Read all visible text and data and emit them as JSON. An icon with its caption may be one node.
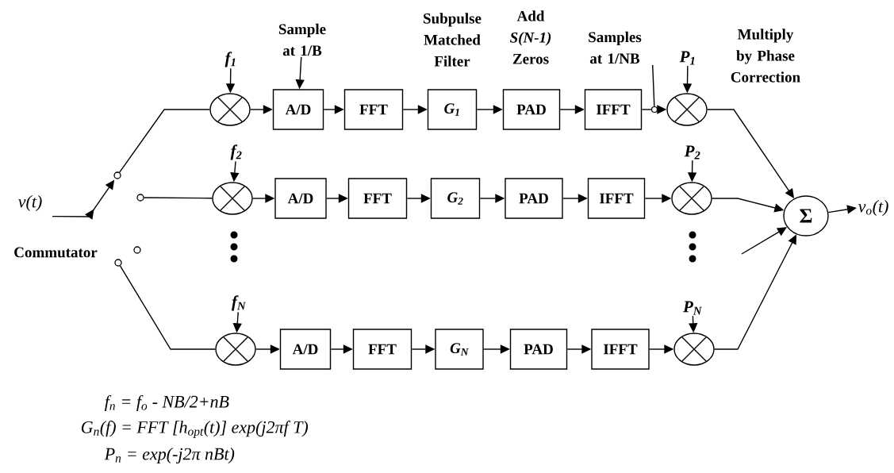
{
  "diagram": {
    "nodes": [
      {
        "text": [
          "Sample at 1/B"
        ]
      },
      {
        "text": [
          "f$_{1}$"
        ]
      },
      {
        "text": [
          "P$_{1}$"
        ]
      },
      {
        "text": [
          "Samples at 1/NB"
        ]
      },
      {
        "text": [
          "v(t)"
        ]
      },
      {
        "text": [],
        "shape": "circle"
      },
      {
        "text": [],
        "shape": "circle"
      },
      {
        "text": [],
        "shape": "circle"
      },
      {
        "text": [],
        "shape": "circle"
      },
      {
        "text": [],
        "shape": "circle"
      },
      {
        "text": [
          "A/D"
        ]
      },
      {
        "text": [
          "FFT"
        ]
      },
      {
        "text": [
          "G$_{1}$"
        ]
      },
      {
        "text": [
          "PAD"
        ]
      },
      {
        "text": [
          "IFFT"
        ]
      },
      {
        "text": [],
        "shape": "circle"
      },
      {
        "text": [],
        "shape": "circle"
      },
      {
        "text": [
          "f$_{2}$"
        ]
      },
      {
        "text": [
          "P$_{2}$"
        ]
      },
      {
        "text": [],
        "shape": "circle"
      },
      {
        "text": [
          "A/D"
        ]
      },
      {
        "text": [
          "FFT"
        ]
      },
      {
        "text": [
          "G$_{2}$"
        ]
      },
      {
        "text": [
          "PAD"
        ]
      },
      {
        "text": [
          "IFFT"
        ]
      },
      {
        "text": [],
        "shape": "circle"
      },
      {
        "text": [
          "Σ"
        ]
      },
      {
        "text": [
          "v$_{o}$(t)"
        ]
      },
      {
        "text": [
          "f$_{N}$"
        ]
      },
      {
        "text": [
          "P$_{N}$"
        ]
      },
      {
        "text": [],
        "shape": "circle"
      },
      {
        "text": [
          "A/D"
        ]
      },
      {
        "text": [
          "FFT"
        ]
      },
      {
        "text": [
          "G$_{N}$"
        ]
      },
      {
        "text": [
          "PAD"
        ]
      },
      {
        "text": [
          "IFFT"
        ]
      },
      {
        "text": [],
        "shape": "circle"
      }
    ],
    "edges": [
      {
        "from": 1,
        "to": 9,
        "arrow": "to"
      },
      {
        "from": 0,
        "to": 10,
        "arrow": "to"
      },
      {
        "from": 2,
        "to": 16,
        "arrow": "to"
      },
      {
        "from": 3,
        "to": 15,
        "arrow": "none"
      },
      {
        "from": 4,
        "to": 5,
        "arrow": "to"
      },
      {
        "from": 5,
        "to": 9,
        "arrow": "none"
      },
      {
        "from": 6,
        "to": 19,
        "arrow": "none"
      },
      {
        "from": 8,
        "to": 30,
        "arrow": "none"
      },
      {
        "from": 9,
        "to": 10,
        "arrow": "to"
      },
      {
        "from": 10,
        "to": 11,
        "arrow": "to"
      },
      {
        "from": 11,
        "to": 12,
        "arrow": "to"
      },
      {
        "from": 12,
        "to": 13,
        "arrow": "to"
      },
      {
        "from": 13,
        "to": 14,
        "arrow": "to"
      },
      {
        "from": 14,
        "to": 15,
        "arrow": "none"
      },
      {
        "from": 15,
        "to": 16,
        "arrow": "to"
      },
      {
        "from": 17,
        "to": 19,
        "arrow": "to"
      },
      {
        "from": 18,
        "to": 25,
        "arrow": "to"
      },
      {
        "from": 19,
        "to": 20,
        "arrow": "to"
      },
      {
        "from": 20,
        "to": 21,
        "arrow": "to"
      },
      {
        "from": 21,
        "to": 22,
        "arrow": "to"
      },
      {
        "from": 22,
        "to": 23,
        "arrow": "to"
      },
      {
        "from": 23,
        "to": 24,
        "arrow": "to"
      },
      {
        "from": 24,
        "to": 25,
        "arrow": "to"
      },
      {
        "from": 28,
        "to": 30,
        "arrow": "to"
      },
      {
        "from": 29,
        "to": 36,
        "arrow": "to"
      },
      {
        "from": 30,
        "to": 31,
        "arrow": "to"
      },
      {
        "from": 31,
        "to": 32,
        "arrow": "to"
      },
      {
        "from": 32,
        "to": 33,
        "arrow": "to"
      },
      {
        "from": 33,
        "to": 34,
        "arrow": "to"
      },
      {
        "from": 34,
        "to": 35,
        "arrow": "to"
      },
      {
        "from": 35,
        "to": 36,
        "arrow": "to"
      },
      {
        "from": 16,
        "to": 26,
        "arrow": "to"
      },
      {
        "from": 25,
        "to": 26,
        "arrow": "to"
      },
      {
        "from": null,
        "to": 26,
        "arrow": "to"
      },
      {
        "from": 36,
        "to": 26,
        "arrow": "to"
      },
      {
        "from": 26,
        "to": 27,
        "arrow": "to"
      }
    ],
    "labels": [
      "Subpulse Matched Filter",
      "Add *S(N-1)* Zeros",
      "Multiply by Phase Correction",
      "Commutator",
      "f$_{n}$ =  f$_{o}$ - NB/2+nB",
      "G$_{n}$(f) =  FFT [h$_{opt}$(t)] exp(j2πf T)",
      "P$_{n}$ =  exp(-j2π nBt)"
    ]
  }
}
